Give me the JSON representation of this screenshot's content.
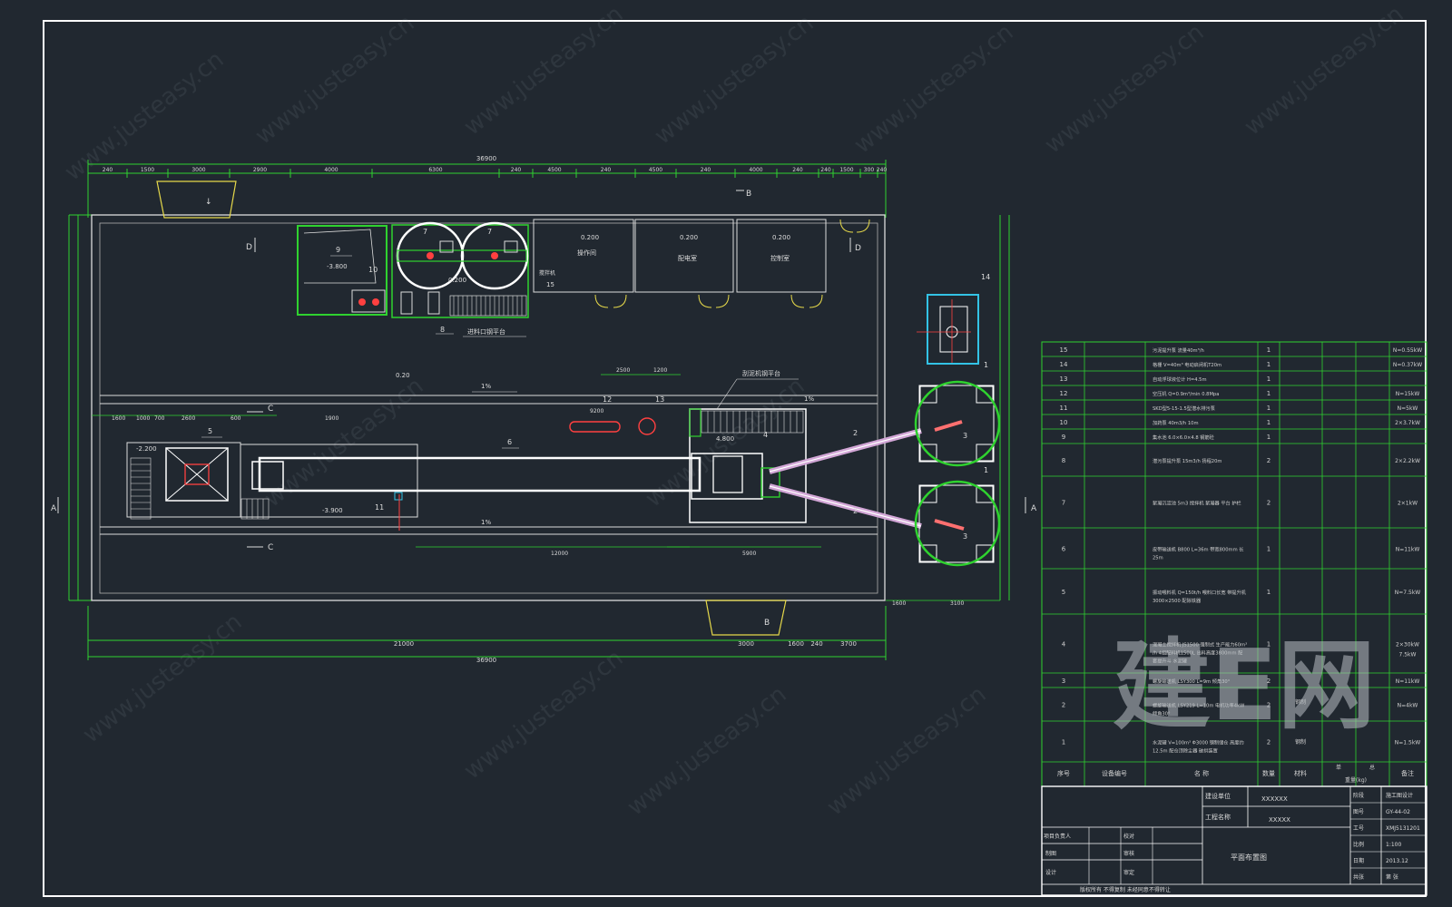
{
  "watermark": {
    "url": "www.justeasy.cn",
    "brand": "建E网"
  },
  "plan": {
    "grid_markers": {
      "a": "A",
      "b": "B",
      "c": "C",
      "d": "D"
    },
    "dims_top": [
      "240",
      "1500",
      "3000",
      "2900",
      "4000",
      "6300",
      "240",
      "4500",
      "240",
      "4500",
      "240",
      "4000",
      "240",
      "240",
      "1500",
      "300",
      "240"
    ],
    "dim_total_top": "36900",
    "dims_bottom": [
      "21000",
      "3000",
      "1600",
      "240",
      "3700"
    ],
    "dim_total_bottom": "36900",
    "dims_misc": [
      "2500",
      "1200",
      "9200",
      "12000",
      "5900",
      "1600",
      "3100"
    ],
    "left_dims": [
      "1600",
      "1000",
      "700",
      "2600",
      "600",
      "1900"
    ],
    "elev": [
      "-3.800",
      "0.200",
      "0.200",
      "0.200",
      "0.200",
      "-2.200",
      "4.800",
      "-3.900",
      "0.20"
    ],
    "slope": [
      "1%",
      "1%",
      "1%"
    ],
    "rooms": [
      "操作间",
      "配电室",
      "控制室"
    ],
    "labels": [
      "9",
      "10",
      "7",
      "7",
      "15",
      "8",
      "5",
      "6",
      "4",
      "11",
      "12",
      "13",
      "14",
      "1",
      "1",
      "2",
      "2",
      "3",
      "3"
    ],
    "notes": [
      "搅拌机",
      "进料口钢平台",
      "刮泥机钢平台"
    ]
  },
  "equipment_table": {
    "rows": [
      {
        "no": "15",
        "desc": "污泥提升泵 流量40m³/h",
        "qty": "1",
        "power": "N=0.55kW"
      },
      {
        "no": "14",
        "desc": "格栅 V=40m³ 电动启闭机T20m",
        "qty": "1",
        "power": "N=0.37kW"
      },
      {
        "no": "13",
        "desc": "自动浮球液位计 H=4.5m",
        "qty": "1",
        "power": ""
      },
      {
        "no": "12",
        "desc": "空压机 Q=0.9m³/min 0.8Mpa",
        "qty": "1",
        "power": "N=15kW"
      },
      {
        "no": "11",
        "desc": "SKD型5-15-1.5型潜水排污泵",
        "qty": "1",
        "power": "N=5kW"
      },
      {
        "no": "10",
        "desc": "加药泵 40m3/h 10m",
        "qty": "1",
        "power": "2×3.7kW"
      },
      {
        "no": "9",
        "desc": "集水池 6.0×6.0×4.8 钢筋砼",
        "qty": "1",
        "power": ""
      },
      {
        "no": "8",
        "desc": "潜污泵提升泵 15m3/h 扬程20m",
        "qty": "2",
        "power": "2×2.2kW"
      },
      {
        "no": "7",
        "desc": "絮凝沉淀池 5m3 搅拌机 絮凝器 平台 护栏",
        "qty": "2",
        "power": "2×1kW"
      },
      {
        "no": "6",
        "desc": "皮带输送机 B800 L=36m 带宽800mm 长25m",
        "qty": "1",
        "power": "N=11kW"
      },
      {
        "no": "5",
        "desc": "振动喂料机 Q=150t/h 喂料口长宽 带提升机 3000×2500 配除铁器",
        "qty": "1",
        "power": "N=7.5kW"
      },
      {
        "no": "4",
        "desc": "混凝土搅拌机 JS1500 强制式 生产能力60m³/h 4组配料机1500L 出料高度3800mm 配套提升斗 水泥罐",
        "qty": "1",
        "power": "2×30kW 7.5kW"
      },
      {
        "no": "3",
        "desc": "螺旋输送机 LSY300 L=9m 倾角30°",
        "qty": "2",
        "power": "N=11kW"
      },
      {
        "no": "2",
        "desc": "螺旋输送机 LSY219 L=10m 电机功率4kW 倾角30°",
        "qty": "2",
        "power": "N=4kW"
      },
      {
        "no": "1",
        "desc": "水泥罐 V=100m³ Φ3000 钢制储仓 高度约12.5m 配仓顶除尘器 破拱装置",
        "qty": "2",
        "power": "N=1.5kW"
      }
    ],
    "header": {
      "no": "序号",
      "code": "设备编号",
      "name": "名 称",
      "qty": "数量",
      "mat": "材料",
      "weight": "重量(kg)",
      "single": "单",
      "total": "总",
      "note": "备注"
    },
    "rows_extra": {
      "row2_mat": "钢制",
      "row1_mat": "钢制"
    }
  },
  "title_block": {
    "project_label": "建设单位",
    "project_value": "XXXXXX",
    "proj_name_label": "工程名称",
    "proj_name_value": "XXXXX",
    "drawing_title": "平面布置图",
    "signers": [
      {
        "role": "项目负责人",
        "role2": "校对"
      },
      {
        "role": "制图",
        "role2": "审核"
      },
      {
        "role": "设计",
        "role2": "审定"
      }
    ],
    "right": [
      {
        "k": "阶段",
        "v": "施工图设计"
      },
      {
        "k": "图号",
        "v": "GY-44-02"
      },
      {
        "k": "工号",
        "v": "XMJ5131201"
      },
      {
        "k": "比例",
        "v": "1:100"
      },
      {
        "k": "日期",
        "v": "2013.12"
      },
      {
        "k": "共张",
        "v": "第 张"
      }
    ],
    "copyright": "版权所有 不得复制 未经同意不得转让"
  }
}
